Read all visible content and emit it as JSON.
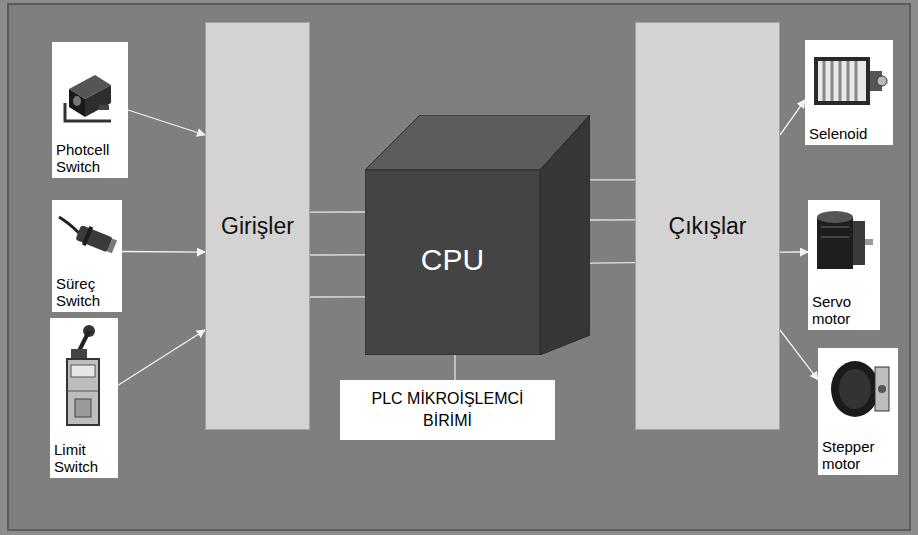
{
  "diagram": {
    "nodes": [
      {
        "text": [
          "Photcell Switch"
        ]
      },
      {
        "text": [
          "Süreç Switch"
        ]
      },
      {
        "text": [
          "Limit Switch"
        ]
      },
      {
        "text": [
          "Girişler"
        ]
      },
      {
        "text": [
          "CPU"
        ]
      },
      {
        "text": [
          "PLC MİKROİŞLEMCİ BİRİMİ"
        ]
      },
      {
        "text": [
          "Çıkışlar"
        ]
      },
      {
        "text": [
          "Selenoid"
        ]
      },
      {
        "text": [
          "Servo motor"
        ]
      },
      {
        "text": [
          "Stepper motor"
        ]
      }
    ],
    "edges": [
      {
        "from": 0,
        "to": 3,
        "arrow": "to"
      },
      {
        "from": 1,
        "to": 3,
        "arrow": "to"
      },
      {
        "from": 2,
        "to": 3,
        "arrow": "to"
      },
      {
        "from": 3,
        "to": 4,
        "arrow": "none"
      },
      {
        "from": 3,
        "to": 4,
        "arrow": "none"
      },
      {
        "from": 3,
        "to": 4,
        "arrow": "none"
      },
      {
        "from": 4,
        "to": 5,
        "arrow": "none"
      },
      {
        "from": 4,
        "to": 6,
        "arrow": "none"
      },
      {
        "from": 4,
        "to": 6,
        "arrow": "none"
      },
      {
        "from": 4,
        "to": 6,
        "arrow": "none"
      },
      {
        "from": 6,
        "to": 7,
        "arrow": "to"
      },
      {
        "from": 6,
        "to": 8,
        "arrow": "to"
      },
      {
        "from": 6,
        "to": 9,
        "arrow": "to"
      }
    ]
  }
}
